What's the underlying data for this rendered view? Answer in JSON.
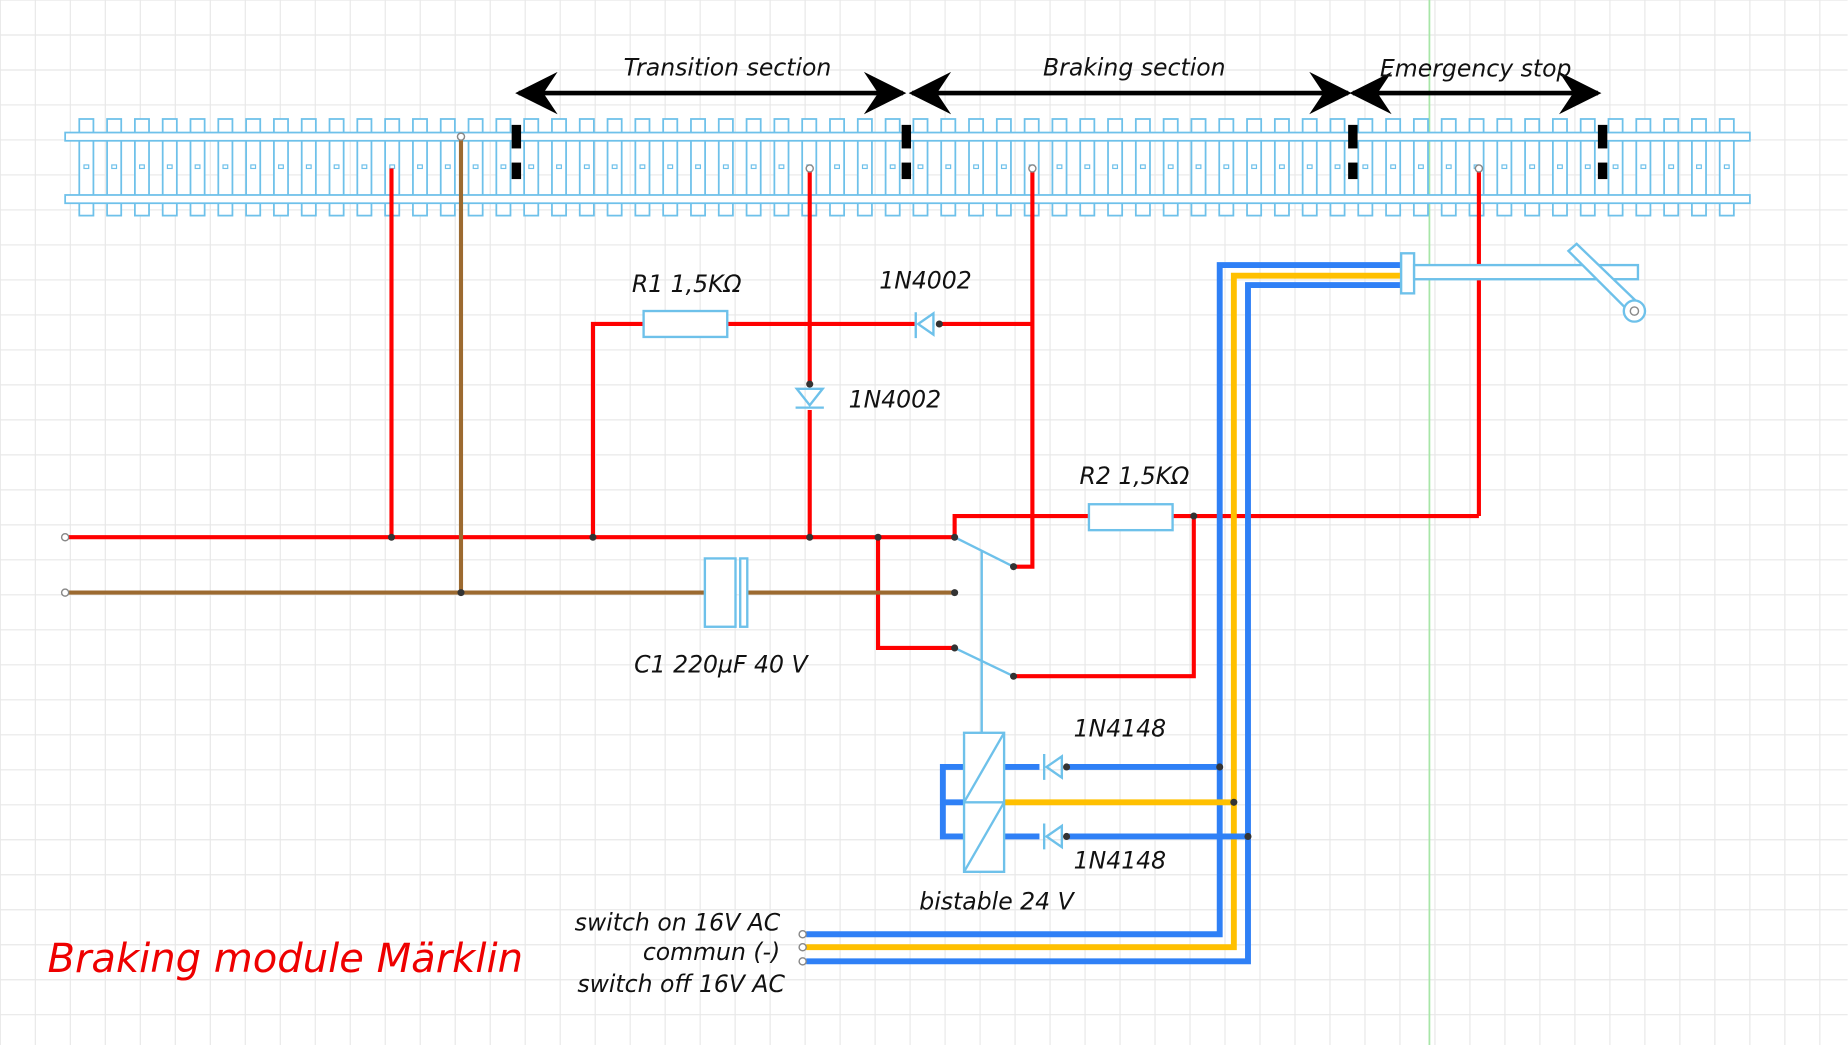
{
  "title": "Braking module Märklin",
  "sections": [
    {
      "label": "Transition section"
    },
    {
      "label": "Braking section"
    },
    {
      "label": "Emergency stop"
    }
  ],
  "components": {
    "r1": "R1 1,5KΩ",
    "r2": "R2 1,5KΩ",
    "d1": "1N4002",
    "d2": "1N4002",
    "d3": "1N4148",
    "d4": "1N4148",
    "c1": "C1 220µF 40 V",
    "relay": "bistable 24 V"
  },
  "inputs": {
    "switch_on": "switch on 16V AC",
    "commun": "commun (-)",
    "switch_off": "switch off  16V AC"
  },
  "colors": {
    "rail_power": "#ff0000",
    "ground": "#9c6a30",
    "control_switch": "#2f80f6",
    "control_common": "#ffc000",
    "component": "#6ec1ea",
    "title": "#ee0000"
  }
}
